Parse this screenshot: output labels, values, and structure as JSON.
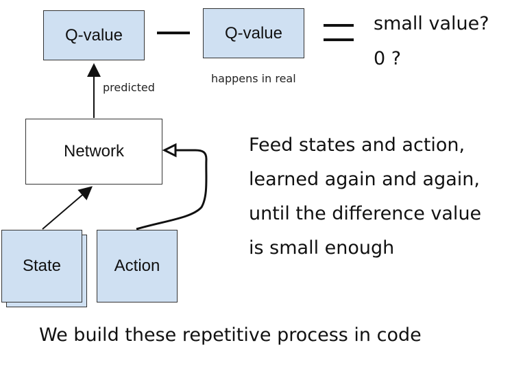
{
  "nodes": {
    "q_predicted": "Q-value",
    "q_real": "Q-value",
    "network": "Network",
    "state": "State",
    "action": "Action"
  },
  "labels": {
    "predicted": "predicted",
    "happens_in_real": "happens in real"
  },
  "equation": {
    "result_line1": "small value?",
    "result_line2": "0 ?"
  },
  "description": [
    "Feed states and action,",
    "learned again and again,",
    "until the difference value",
    "is small enough"
  ],
  "footer": "We build these repetitive process in code",
  "colors": {
    "node_fill": "#cfe0f2",
    "node_border": "#333333",
    "arrow": "#111111"
  }
}
